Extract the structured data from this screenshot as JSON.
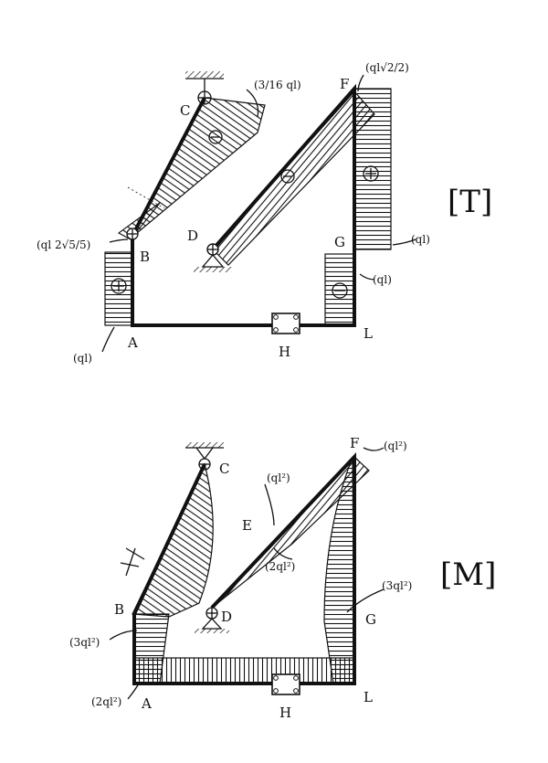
{
  "diagrams": [
    {
      "title": "[T]",
      "nodes": {
        "A": "A",
        "B": "B",
        "C": "C",
        "D": "D",
        "F": "F",
        "G": "G",
        "H": "H",
        "L": "L"
      },
      "annotations": {
        "c_value": "(3/16 ql)",
        "f_value": "(ql√2/2)",
        "b_value": "(ql 2√5/5)",
        "g_value": "(ql)",
        "g2_value": "(ql)",
        "a_value": "(ql)"
      },
      "signs": {
        "cb": "⊖",
        "df": "⊖",
        "fg": "⊕",
        "ab": "⊕",
        "gl": "⊖"
      }
    },
    {
      "title": "[M]",
      "nodes": {
        "A": "A",
        "B": "B",
        "C": "C",
        "D": "D",
        "E": "E",
        "F": "F",
        "G": "G",
        "H": "H",
        "L": "L"
      },
      "annotations": {
        "f_value": "(ql²)",
        "e_value": "(ql²)",
        "e2_value": "(2ql²)",
        "g_value": "(3ql²)",
        "b_value": "(3ql²)",
        "a_value": "(2ql²)"
      },
      "signs": {}
    }
  ]
}
